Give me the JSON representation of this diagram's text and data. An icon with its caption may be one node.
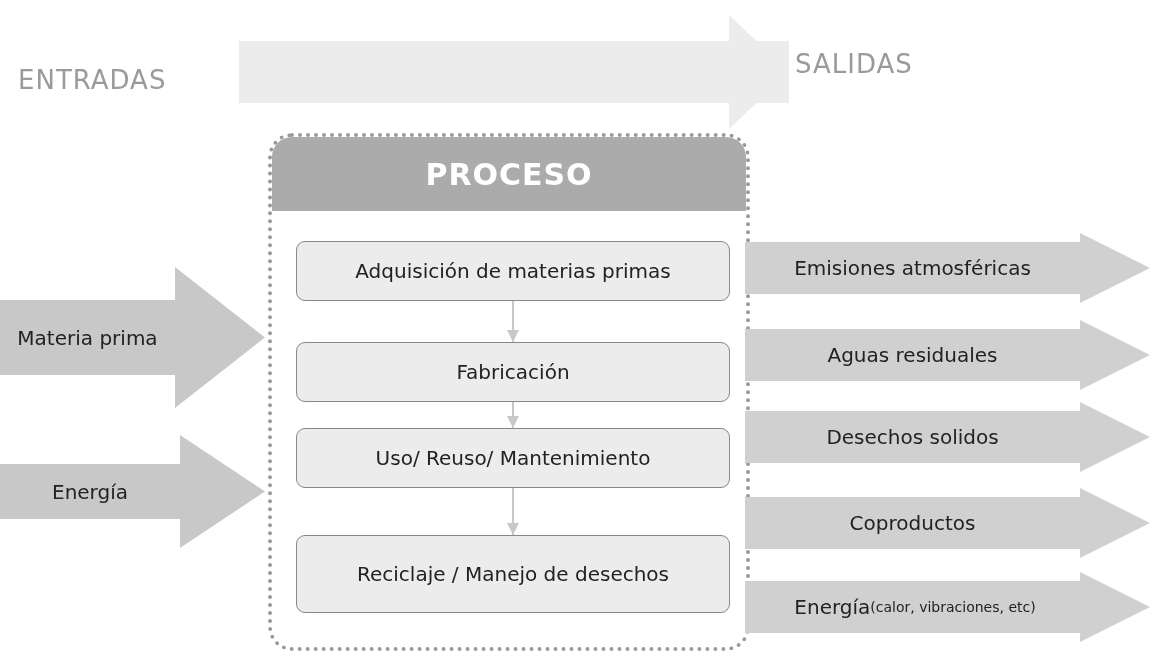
{
  "diagram": {
    "nodes": [
      {
        "text": [
          "ENTRADAS"
        ]
      },
      {
        "text": [
          "SALIDAS"
        ]
      },
      {
        "text": [
          "PROCESO"
        ]
      },
      {
        "text": [
          "Adquisición de materias primas"
        ],
        "in": 2
      },
      {
        "text": [
          "Fabricación"
        ],
        "in": 2
      },
      {
        "text": [
          "Uso/ Reuso/ Mantenimiento"
        ],
        "in": 2
      },
      {
        "text": [
          "Reciclaje / Manejo de desechos"
        ],
        "in": 2
      },
      {
        "text": [
          "Materia prima"
        ]
      },
      {
        "text": [
          "Energía"
        ]
      },
      {
        "text": [
          "Emisiones atmosféricas"
        ]
      },
      {
        "text": [
          "Aguas residuales"
        ]
      },
      {
        "text": [
          "Desechos solidos"
        ]
      },
      {
        "text": [
          "Coproductos"
        ]
      },
      {
        "text": [
          "Energía",
          "(calor, vibraciones, etc)"
        ]
      }
    ],
    "edges": [
      {
        "from": 0,
        "to": 1,
        "arrow": "to",
        "style": "thick",
        "color": "#ececec"
      },
      {
        "from": 3,
        "to": 4,
        "arrow": "to"
      },
      {
        "from": 4,
        "to": 5,
        "arrow": "to"
      },
      {
        "from": 5,
        "to": 6,
        "arrow": "to"
      }
    ]
  }
}
